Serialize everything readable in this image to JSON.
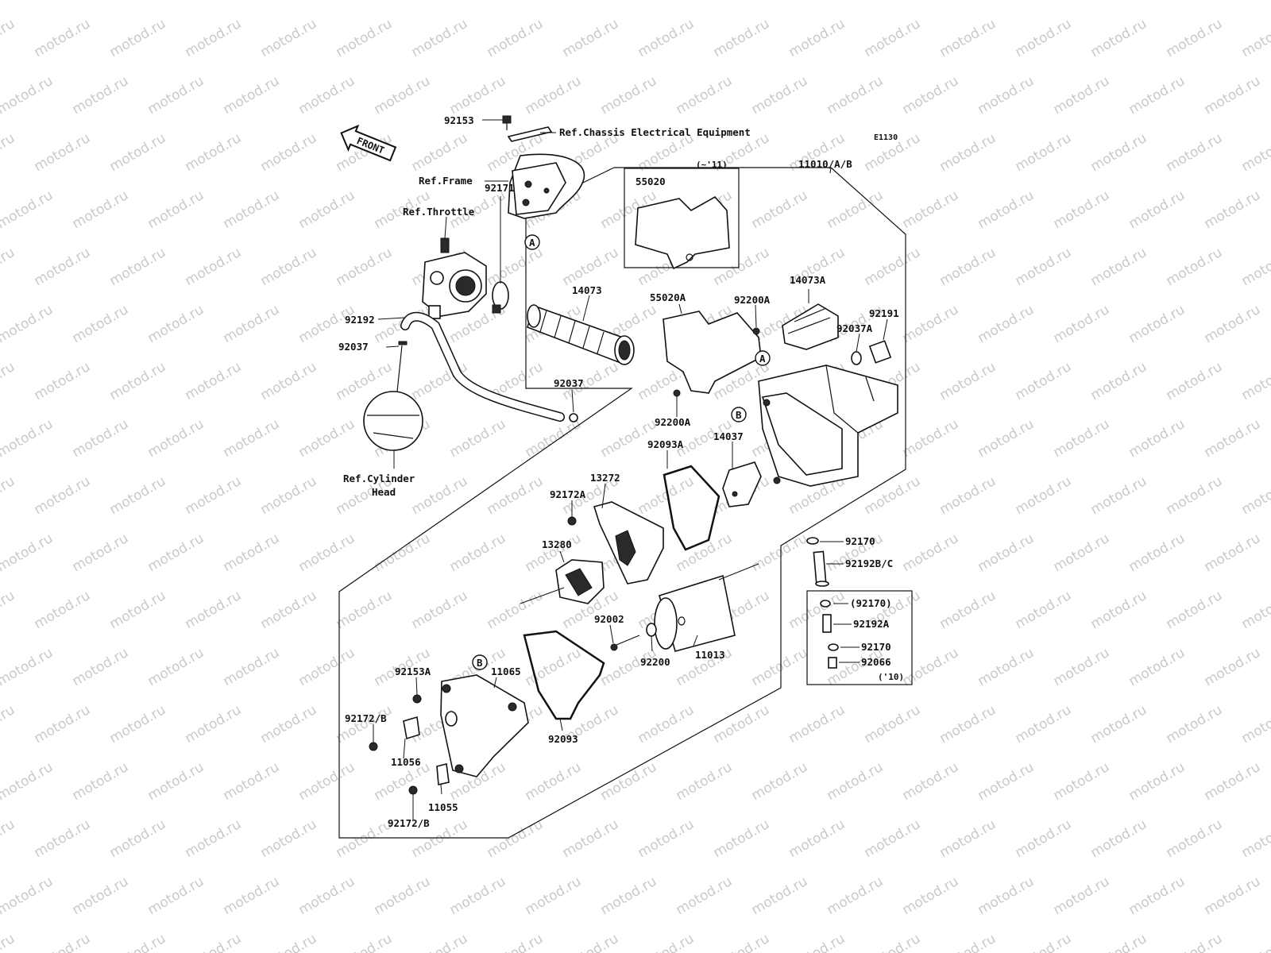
{
  "diagram": {
    "code": "E1130",
    "watermark": "motod.ru",
    "front_arrow": "FRONT",
    "refs": {
      "chassis": "Ref.Chassis Electrical Equipment",
      "frame": "Ref.Frame",
      "throttle": "Ref.Throttle",
      "cyl_line1": "Ref.Cylinder",
      "cyl_line2": "Head"
    },
    "markers": {
      "a": "A",
      "b": "B"
    },
    "notes": {
      "upto11": "(~'11)",
      "y10": "('10)"
    },
    "parts": {
      "p92153": "92153",
      "p11010": "11010/A/B",
      "p55020": "55020",
      "p92171": "92171",
      "p14073": "14073",
      "p55020A": "55020A",
      "p92200A_top": "92200A",
      "p14073A": "14073A",
      "p92191": "92191",
      "p92037A": "92037A",
      "p92192": "92192",
      "p92037_left": "92037",
      "p92037_mid": "92037",
      "p92200A_mid": "92200A",
      "p92093A": "92093A",
      "p14037": "14037",
      "p13272": "13272",
      "p92172A": "92172A",
      "p13280": "13280",
      "p92170": "92170",
      "p92192BC": "92192B/C",
      "p92002": "92002",
      "p92200": "92200",
      "p11013": "11013",
      "p92153A": "92153A",
      "p11065": "11065",
      "p92172B_a": "92172/B",
      "p11056": "11056",
      "p92093": "92093",
      "p11055": "11055",
      "p92172B_b": "92172/B"
    },
    "inset": {
      "p92170_paren": "(92170)",
      "p92192A": "92192A",
      "p92170": "92170",
      "p92066": "92066"
    }
  }
}
